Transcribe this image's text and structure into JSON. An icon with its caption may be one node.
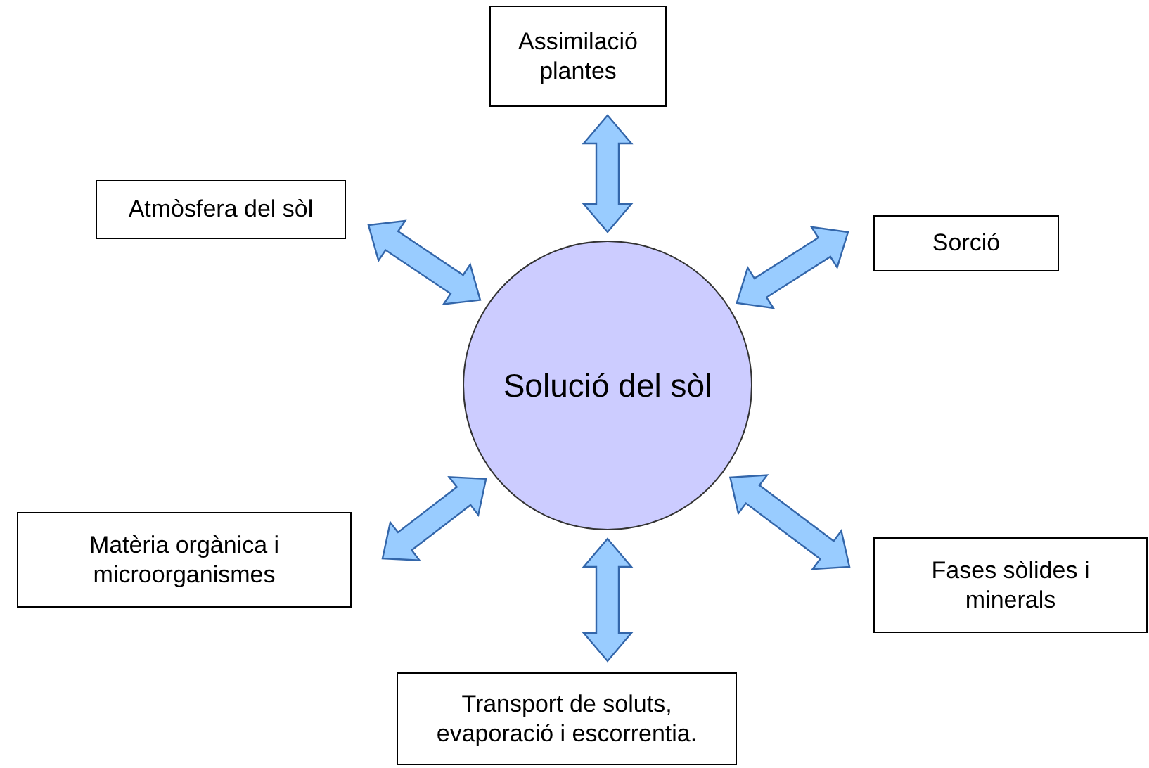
{
  "diagram": {
    "nodes": [
      {
        "text": [
          "Solució del sòl"
        ]
      },
      {
        "text": [
          "Assimilació plantes"
        ]
      },
      {
        "text": [
          "Atmòsfera del sòl"
        ]
      },
      {
        "text": [
          "Sorció"
        ]
      },
      {
        "text": [
          "Matèria orgànica i microorganismes"
        ]
      },
      {
        "text": [
          "Fases sòlides i minerals"
        ]
      },
      {
        "text": [
          "Transport de soluts, evaporació i escorrentia."
        ]
      }
    ],
    "edges": [
      {
        "from": 0,
        "to": 1,
        "arrow": "both"
      },
      {
        "from": 0,
        "to": 2,
        "arrow": "both"
      },
      {
        "from": 0,
        "to": 3,
        "arrow": "both"
      },
      {
        "from": 0,
        "to": 4,
        "arrow": "both"
      },
      {
        "from": 0,
        "to": 5,
        "arrow": "both"
      },
      {
        "from": 0,
        "to": 6,
        "arrow": "both"
      }
    ]
  }
}
